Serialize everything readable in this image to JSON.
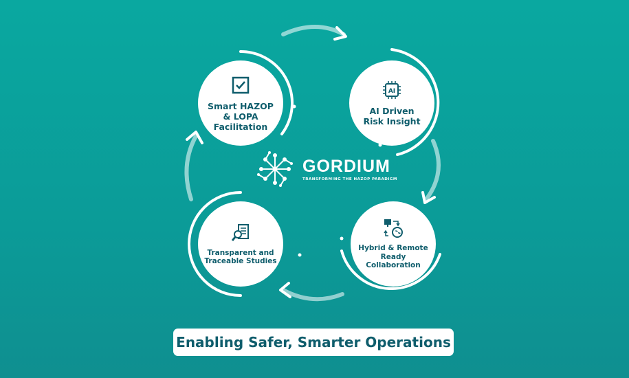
{
  "nodes": [
    {
      "label": "Smart HAZOP & LOPA Facilitation",
      "icon": "checkbox-icon"
    },
    {
      "label": "AI Driven Risk Insight",
      "icon": "ai-chip-icon",
      "icon_text": "AI"
    },
    {
      "label": "Transparent and Traceable Studies",
      "icon": "document-search-icon"
    },
    {
      "label": "Hybrid & Remote Ready Collaboration",
      "icon": "remote-collaboration-icon"
    }
  ],
  "logo": {
    "name": "GORDIUM",
    "tagline": "TRANSFORMING THE HAZOP PARADIGM"
  },
  "banner": "Enabling Safer, Smarter Operations",
  "colors": {
    "text": "#0f5d6c",
    "bg_top": "#0aa8a0",
    "bg_bottom": "#0f8f90"
  }
}
